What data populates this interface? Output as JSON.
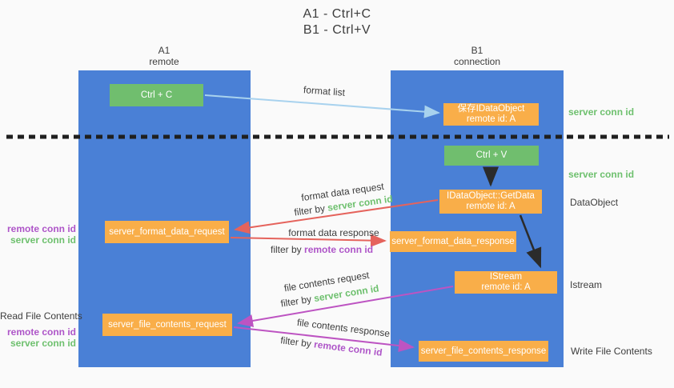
{
  "title": {
    "line1": "A1 - Ctrl+C",
    "line2": "B1 - Ctrl+V"
  },
  "lifelines": {
    "left": {
      "id": "A1",
      "role": "remote"
    },
    "right": {
      "id": "B1",
      "role": "connection"
    }
  },
  "nodes": {
    "ctrl_c": {
      "label": "Ctrl + C"
    },
    "ctrl_v": {
      "label": "Ctrl + V"
    },
    "save_dataobject": {
      "line1": "保存IDataObject",
      "line2": "remote id: A"
    },
    "getdata": {
      "line1": "IDataObject::GetData",
      "line2": "remote id: A"
    },
    "istream": {
      "line1": "IStream",
      "line2": "remote id: A"
    },
    "format_request": {
      "label": "server_format_data_request"
    },
    "format_response": {
      "label": "server_format_data_response"
    },
    "file_request": {
      "label": "server_file_contents_request"
    },
    "file_response": {
      "label": "server_file_contents_response"
    }
  },
  "arrows": {
    "format_list": {
      "label": "format list"
    },
    "format_data_request": {
      "label": "format data request",
      "filter_prefix": "filter by",
      "filter_key": "server conn id"
    },
    "format_data_response": {
      "label": "format data response",
      "filter_prefix": "filter by",
      "filter_key": "remote conn id"
    },
    "file_contents_request": {
      "label": "file contents request",
      "filter_prefix": "filter by",
      "filter_key": "server conn id"
    },
    "file_contents_response": {
      "label": "file contents response",
      "filter_prefix": "filter by",
      "filter_key": "remote conn id"
    }
  },
  "side_labels": {
    "right_top_server_conn_id": "server conn id",
    "right_mid_server_conn_id": "server conn id",
    "dataobject": "DataObject",
    "istream": "Istream",
    "write_file_contents": "Write File Contents",
    "left_remote_conn_id_top": "remote conn id",
    "left_server_conn_id_top": "server conn id",
    "read_file_contents": "Read File Contents",
    "left_remote_conn_id_bottom": "remote conn id",
    "left_server_conn_id_bottom": "server conn id"
  },
  "colors": {
    "lifeline_blue": "#4A80D6",
    "node_green": "#70BE6E",
    "node_orange": "#F9AE49",
    "arrow_red": "#E5635C",
    "arrow_magenta": "#BD54C2",
    "arrow_lightblue": "#A8D2EE",
    "arrow_black": "#2B2B2B",
    "divider_black": "#1F1F1F",
    "text_green": "#6EC06E",
    "text_purple": "#AE55C8"
  }
}
